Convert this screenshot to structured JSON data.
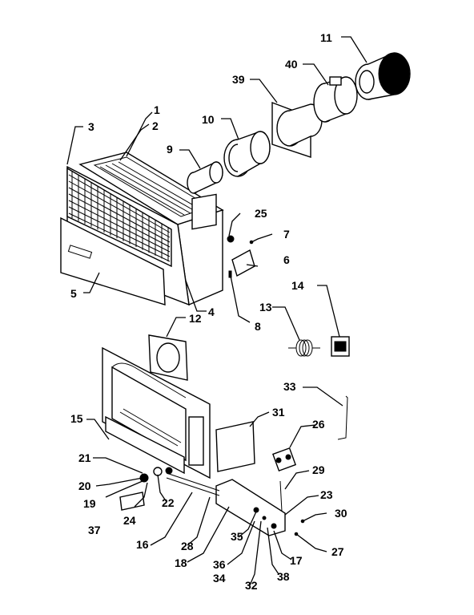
{
  "diagram": {
    "callouts": {
      "c1": "1",
      "c2": "2",
      "c3": "3",
      "c4": "4",
      "c5": "5",
      "c6": "6",
      "c7": "7",
      "c8": "8",
      "c9": "9",
      "c10": "10",
      "c11": "11",
      "c12": "12",
      "c13": "13",
      "c14": "14",
      "c15": "15",
      "c16": "16",
      "c17": "17",
      "c18": "18",
      "c19": "19",
      "c20": "20",
      "c21": "21",
      "c22": "22",
      "c23": "23",
      "c24": "24",
      "c25": "25",
      "c26": "26",
      "c27": "27",
      "c28": "28",
      "c29": "29",
      "c30": "30",
      "c31": "31",
      "c32": "32",
      "c33": "33",
      "c34": "34",
      "c35": "35",
      "c36": "36",
      "c37": "37",
      "c38": "38",
      "c39": "39",
      "c40": "40"
    }
  }
}
